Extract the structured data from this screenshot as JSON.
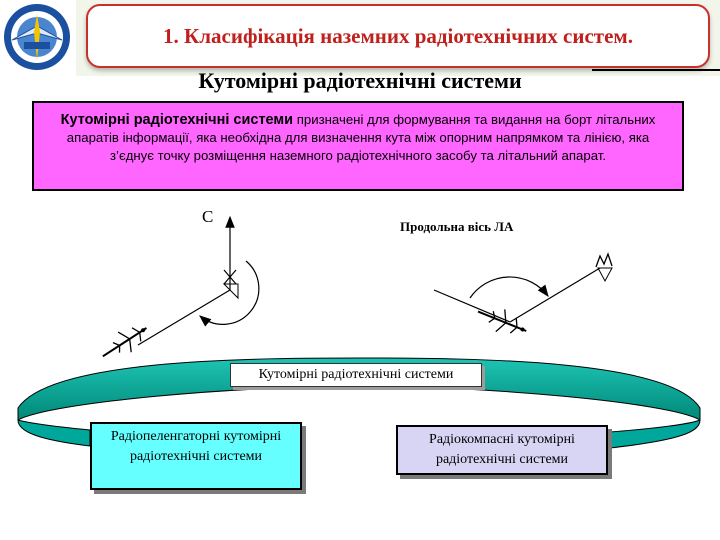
{
  "header": {
    "title": "1. Класифікація наземних радіотехнічних систем.",
    "logo_name": "university-emblem"
  },
  "subtitle": "Кутомірні радіотехнічні системи",
  "definition": {
    "term": "Кутомірні радіотехнічні системи",
    "text": " призначені для формування та видання на борт літальних апаратів інформації, яка необхідна для визначення кута між опорним напрямком та лінією, яка з’єднує точку розміщення наземного радіотехнічного засобу та літальний апарат."
  },
  "left_diagram": {
    "reference_label": "С"
  },
  "right_diagram": {
    "reference_label": "Продольна вісь ЛА"
  },
  "classification": {
    "root": "Кутомірні радіотехнічні системи",
    "left": "Радіопеленгаторні кутомірні радіотехнічні системи",
    "right": "Радіокомпасні кутомірні радіотехнічні системи"
  },
  "colors": {
    "title_text": "#c0201c",
    "definition_bg": "#ff66ff",
    "ribbon": "#00a89c",
    "left_box_bg": "#66ffff",
    "right_box_bg": "#d8d4f4"
  }
}
